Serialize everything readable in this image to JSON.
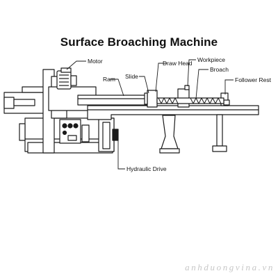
{
  "title": "Surface Broaching Machine",
  "labels": {
    "motor": "Motor",
    "ram": "Ram",
    "slide": "Slide",
    "draw_head": "Draw Head",
    "workpiece": "Workpiece",
    "broach": "Broach",
    "follower_rest": "Follower Rest",
    "hydraulic_drive": "Hydraulic Drive"
  },
  "watermark": "anhduongvina.vn"
}
